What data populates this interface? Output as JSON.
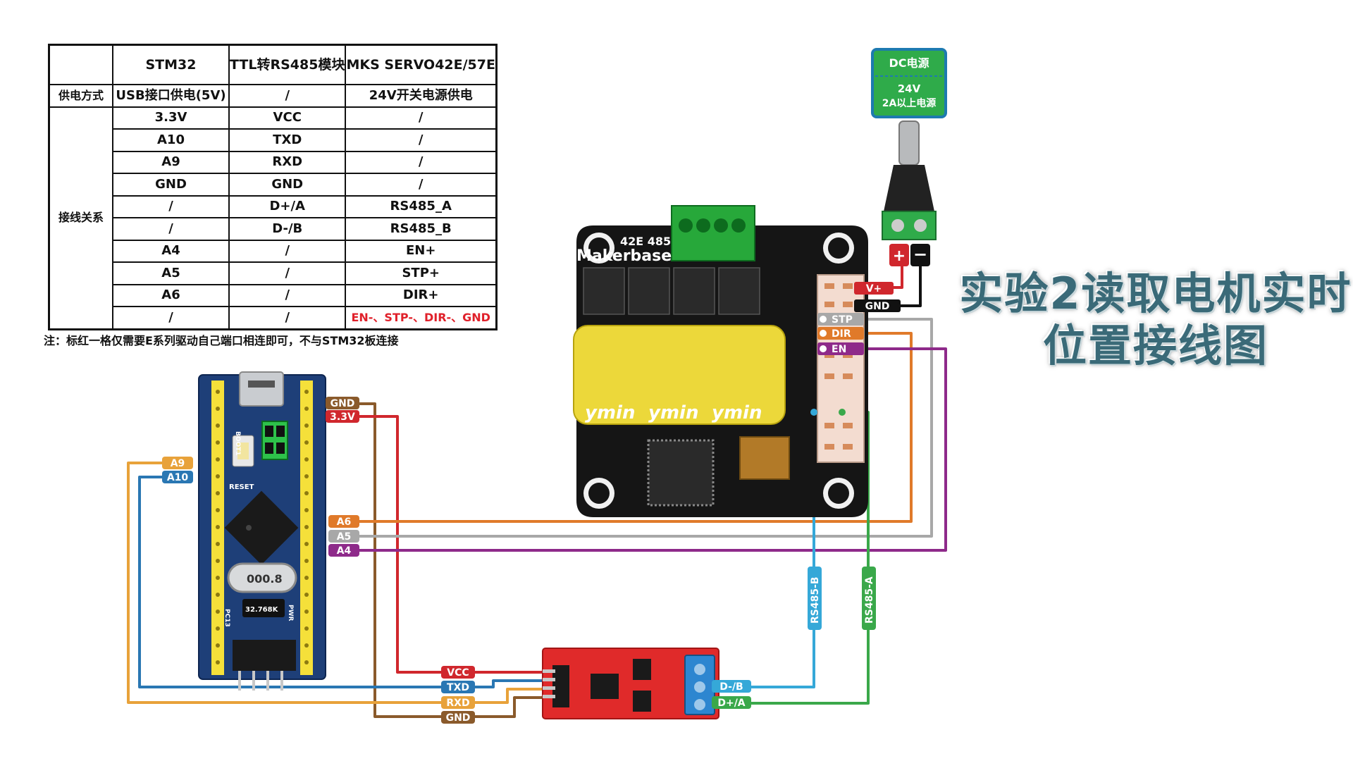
{
  "table": {
    "headers": [
      "",
      "STM32",
      "TTL转RS485模块",
      "MKS SERVO42E/57E"
    ],
    "power_row": [
      "供电方式",
      "USB接口供电(5V)",
      "/",
      "24V开关电源供电"
    ],
    "wiring_label": "接线关系",
    "rows": [
      [
        "3.3V",
        "VCC",
        "/"
      ],
      [
        "A10",
        "TXD",
        "/"
      ],
      [
        "A9",
        "RXD",
        "/"
      ],
      [
        "GND",
        "GND",
        "/"
      ],
      [
        "/",
        "D+/A",
        "RS485_A"
      ],
      [
        "/",
        "D-/B",
        "RS485_B"
      ],
      [
        "A4",
        "/",
        "EN+"
      ],
      [
        "A5",
        "/",
        "STP+"
      ],
      [
        "A6",
        "/",
        "DIR+"
      ],
      [
        "/",
        "/",
        "EN-、STP-、DIR-、GND"
      ]
    ]
  },
  "note": "注：标红一格仅需要E系列驱动自己端口相连即可，不与STM32板连接",
  "title": {
    "line1": "实验2读取电机实时",
    "line2": "位置接线图"
  },
  "dc_power": {
    "title": "DC电源",
    "line1": "24V",
    "line2": "2A以上电源"
  },
  "servo_board": {
    "model": "42E 485",
    "brand": "Makerbase",
    "cap": "ymin"
  },
  "servo_pins": {
    "vplus": "V+",
    "gnd": "GND",
    "stp": "STP",
    "dir": "DIR",
    "en": "EN"
  },
  "stm32_labels": {
    "gnd": "GND",
    "v33": "3.3V",
    "a9": "A9",
    "a10": "A10",
    "a6": "A6",
    "a5": "A5",
    "a4": "A4",
    "reset": "RESET",
    "boot": "BOOT1",
    "crystal": "000.8",
    "rtc": "32.768K",
    "pwr": "PWR",
    "pc13": "PC13"
  },
  "rs485_labels": {
    "vcc": "VCC",
    "txd": "TXD",
    "rxd": "RXD",
    "gnd": "GND",
    "db": "D-/B",
    "da": "D+/A",
    "rs485b": "RS485-B",
    "rs485a": "RS485-A"
  },
  "colors": {
    "gnd": "#8a5a2b",
    "v33": "#d0272d",
    "a9": "#e8a23a",
    "a10": "#2a77b3",
    "a6": "#e07a2a",
    "a5": "#a8a8a8",
    "a4": "#8e2a8a",
    "rs485b": "#35a8d8",
    "rs485a": "#3aa84a",
    "title": "#3a6a78"
  }
}
